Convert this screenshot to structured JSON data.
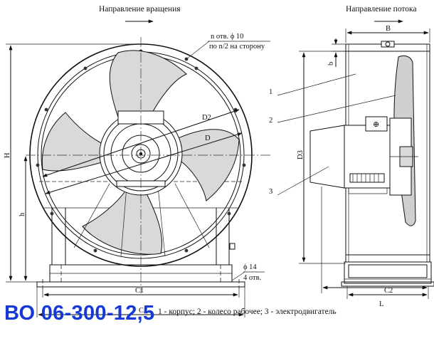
{
  "model": "ВО 06-300-12,5",
  "labels": {
    "rotation": "Направление вращения",
    "flow": "Направление потока",
    "holes_top_1": "n отв. ϕ 10",
    "holes_top_2": "по n/2 на сторону",
    "holes_bottom_1": "ϕ 14",
    "holes_bottom_2": "4 отв."
  },
  "dimensions": {
    "H": "H",
    "h": "h",
    "C": "C",
    "C1": "C1",
    "D": "D",
    "D2": "D2",
    "D3": "D3",
    "B": "B",
    "b": "b",
    "C2": "C2",
    "L": "L"
  },
  "callouts": [
    "1",
    "2",
    "3"
  ],
  "legend": "1 - корпус;  2 - колесо рабочее;  3 - электродвигатель"
}
